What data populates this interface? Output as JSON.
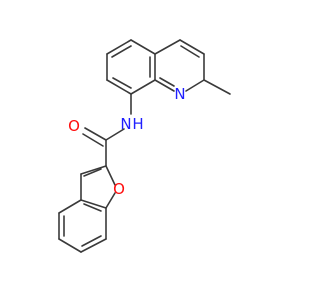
{
  "molecule": {
    "atoms": {
      "nitrogen_ring": "N",
      "nitrogen_amide": "N",
      "hydrogen_amide": "H",
      "oxygen_carbonyl": "O",
      "oxygen_furan": "O"
    },
    "colors": {
      "bond": "#3a3a3a",
      "nitrogen": "#1f1fff",
      "oxygen": "#ff0d0d"
    }
  }
}
